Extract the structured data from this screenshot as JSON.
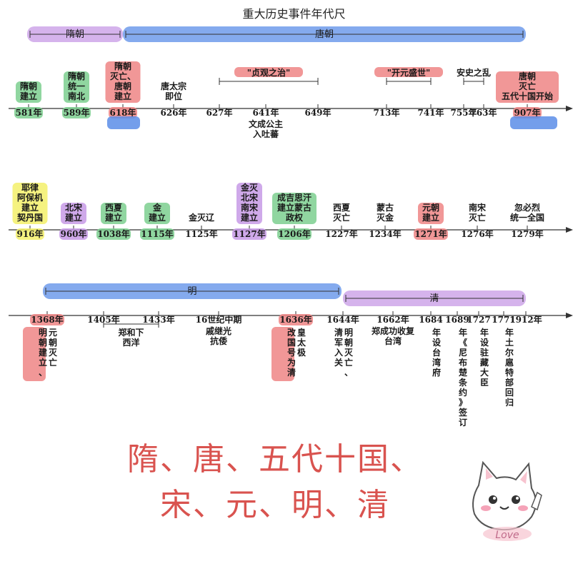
{
  "title": "重大历史事件年代尺",
  "colors": {
    "green": "#7ccf8f",
    "red": "#ef8585",
    "blue": "#5b8de8",
    "purple": "#c79ae6",
    "yellow": "#f3f06a",
    "big_text": "#d9534f"
  },
  "rows": [
    {
      "periods": [
        {
          "label": "隋朝",
          "color": "purple"
        },
        {
          "label": "唐朝",
          "color": "blue"
        }
      ],
      "ranges": [
        {
          "label": "\"贞观之治\"",
          "from": "627年",
          "to": "649年"
        },
        {
          "label": "\"开元盛世\"",
          "from": "713年",
          "to": "741年"
        },
        {
          "label": "安史之乱",
          "from": "755年",
          "to": "763年"
        }
      ],
      "ticks": [
        {
          "year": "581年",
          "lines": [
            "隋朝",
            "建立"
          ],
          "side": "above",
          "yhl": "green",
          "ehl": "green"
        },
        {
          "year": "589年",
          "lines": [
            "隋朝",
            "统一",
            "南北"
          ],
          "side": "above",
          "yhl": "green",
          "ehl": "green"
        },
        {
          "year": "618年",
          "lines": [
            "隋朝",
            "灭亡、",
            "唐朝",
            "建立"
          ],
          "side": "above",
          "yhl": "red",
          "ehl": "red"
        },
        {
          "year": "626年",
          "lines": [
            "唐太宗",
            "即位"
          ],
          "side": "above",
          "yhl": "",
          "ehl": ""
        },
        {
          "year": "627年",
          "lines": [],
          "side": "above",
          "yhl": "",
          "ehl": ""
        },
        {
          "year": "641年",
          "lines": [
            "文成公主",
            "入吐蕃"
          ],
          "side": "below",
          "yhl": "",
          "ehl": ""
        },
        {
          "year": "649年",
          "lines": [],
          "side": "above",
          "yhl": "",
          "ehl": ""
        },
        {
          "year": "713年",
          "lines": [],
          "side": "above",
          "yhl": "",
          "ehl": ""
        },
        {
          "year": "741年",
          "lines": [],
          "side": "above",
          "yhl": "",
          "ehl": ""
        },
        {
          "year": "755年",
          "lines": [],
          "side": "above",
          "yhl": "",
          "ehl": ""
        },
        {
          "year": "763年",
          "lines": [],
          "side": "above",
          "yhl": "",
          "ehl": ""
        },
        {
          "year": "907年",
          "lines": [
            "唐朝",
            "灭亡",
            "五代十国开始"
          ],
          "side": "above",
          "yhl": "red",
          "ehl": "red"
        }
      ]
    },
    {
      "periods": [],
      "ranges": [],
      "ticks": [
        {
          "year": "916年",
          "lines": [
            "耶律",
            "阿保机",
            "建立",
            "契丹国"
          ],
          "side": "above",
          "yhl": "yellow",
          "ehl": "yellow"
        },
        {
          "year": "960年",
          "lines": [
            "北宋",
            "建立"
          ],
          "side": "above",
          "yhl": "purple",
          "ehl": "purple"
        },
        {
          "year": "1038年",
          "lines": [
            "西夏",
            "建立"
          ],
          "side": "above",
          "yhl": "green",
          "ehl": "green"
        },
        {
          "year": "1115年",
          "lines": [
            "金",
            "建立"
          ],
          "side": "above",
          "yhl": "green",
          "ehl": "green"
        },
        {
          "year": "1125年",
          "lines": [
            "金灭辽"
          ],
          "side": "above",
          "yhl": "",
          "ehl": ""
        },
        {
          "year": "1127年",
          "lines": [
            "金灭",
            "北宋",
            "南宋",
            "建立"
          ],
          "side": "above",
          "yhl": "purple",
          "ehl": "purple"
        },
        {
          "year": "1206年",
          "lines": [
            "成吉思汗",
            "建立蒙古",
            "政权"
          ],
          "side": "above",
          "yhl": "green",
          "ehl": "green"
        },
        {
          "year": "1227年",
          "lines": [
            "西夏",
            "灭亡"
          ],
          "side": "above",
          "yhl": "",
          "ehl": ""
        },
        {
          "year": "1234年",
          "lines": [
            "蒙古",
            "灭金"
          ],
          "side": "above",
          "yhl": "",
          "ehl": ""
        },
        {
          "year": "1271年",
          "lines": [
            "元朝",
            "建立"
          ],
          "side": "above",
          "yhl": "red",
          "ehl": "red"
        },
        {
          "year": "1276年",
          "lines": [
            "南宋",
            "灭亡"
          ],
          "side": "above",
          "yhl": "",
          "ehl": ""
        },
        {
          "year": "1279年",
          "lines": [
            "忽必烈",
            "统一全国"
          ],
          "side": "above",
          "yhl": "",
          "ehl": ""
        }
      ]
    },
    {
      "periods": [
        {
          "label": "明",
          "color": "blue"
        },
        {
          "label": "清",
          "color": "purple"
        }
      ],
      "ranges": [
        {
          "label": "郑和下西洋",
          "from": "1405年",
          "to": "1433年"
        }
      ],
      "ticks": [
        {
          "year": "1368年",
          "lines": [
            "元朝灭亡",
            "明朝建立、"
          ],
          "side": "vertical",
          "yhl": "red",
          "ehl": "red"
        },
        {
          "year": "1405年",
          "lines": [],
          "side": "above",
          "yhl": "",
          "ehl": ""
        },
        {
          "year": "1433年",
          "lines": [],
          "side": "above",
          "yhl": "",
          "ehl": ""
        },
        {
          "year": "16世纪中期",
          "lines": [
            "戚继光",
            "抗倭"
          ],
          "side": "below",
          "yhl": "",
          "ehl": ""
        },
        {
          "year": "1636年",
          "lines": [
            "皇太极",
            "改国号为清"
          ],
          "side": "vertical",
          "yhl": "red",
          "ehl": "red"
        },
        {
          "year": "1644年",
          "lines": [
            "明朝灭亡、",
            "清军入关"
          ],
          "side": "vertical",
          "yhl": "",
          "ehl": ""
        },
        {
          "year": "1662年",
          "lines": [
            "郑成功收复",
            "台湾"
          ],
          "side": "below",
          "yhl": "",
          "ehl": ""
        },
        {
          "year": "1684",
          "lines": [
            "年设台湾府"
          ],
          "side": "vertical",
          "yhl": "",
          "ehl": ""
        },
        {
          "year": "1689",
          "lines": [
            "年《尼布楚条约》签订"
          ],
          "side": "vertical",
          "yhl": "",
          "ehl": ""
        },
        {
          "year": "1727",
          "lines": [
            "年设驻藏大臣"
          ],
          "side": "vertical",
          "yhl": "",
          "ehl": ""
        },
        {
          "year": "1771",
          "lines": [
            "年土尔扈特部回归"
          ],
          "side": "vertical",
          "yhl": "",
          "ehl": ""
        },
        {
          "year": "1912年",
          "lines": [],
          "side": "above",
          "yhl": "",
          "ehl": ""
        }
      ]
    }
  ],
  "big_text": [
    "隋、唐、五代十国、",
    "宋、元、明、清"
  ],
  "sticker": {
    "text": "Love",
    "icon": "cat-icon"
  }
}
